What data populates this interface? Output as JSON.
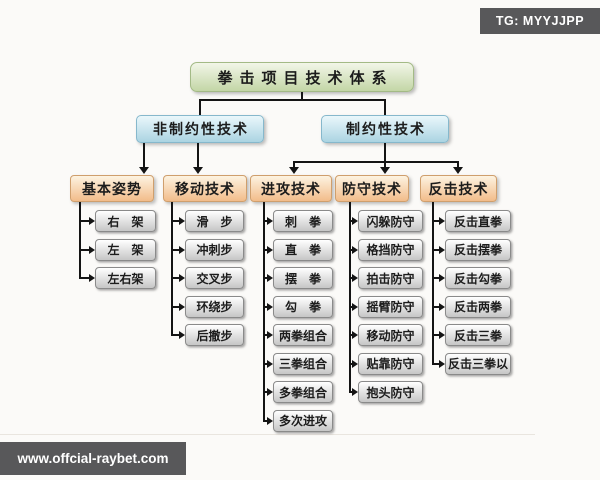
{
  "watermarks": {
    "top_right": "TG: MYYJJPP",
    "bottom_left": "www.offcial-raybet.com"
  },
  "diagram": {
    "title": "拳击项目技术体系",
    "branches": [
      {
        "label": "非制约性技术"
      },
      {
        "label": "制约性技术"
      }
    ],
    "categories": [
      {
        "label": "基本姿势",
        "parent": "非制约性技术",
        "children": [
          "右　架",
          "左　架",
          "左右架"
        ]
      },
      {
        "label": "移动技术",
        "parent": "非制约性技术",
        "children": [
          "滑　步",
          "冲刺步",
          "交叉步",
          "环绕步",
          "后撤步"
        ]
      },
      {
        "label": "进攻技术",
        "parent": "制约性技术",
        "children": [
          "刺　拳",
          "直　拳",
          "摆　拳",
          "勾　拳",
          "两拳组合",
          "三拳组合",
          "多拳组合",
          "多次进攻"
        ]
      },
      {
        "label": "防守技术",
        "parent": "制约性技术",
        "children": [
          "闪躲防守",
          "格挡防守",
          "拍击防守",
          "摇臂防守",
          "移动防守",
          "贴靠防守",
          "抱头防守"
        ]
      },
      {
        "label": "反击技术",
        "parent": "制约性技术",
        "children": [
          "反击直拳",
          "反击摆拳",
          "反击勾拳",
          "反击两拳",
          "反击三拳",
          "反击三拳以"
        ]
      }
    ],
    "colors": {
      "root_box": "#c3d6a6",
      "branch_box": "#abd4e2",
      "category_box": "#f2bc8a",
      "leaf_box": "#c6c6c6",
      "connector": "#141414",
      "watermark_bg": "#58585a",
      "watermark_text": "#ffffff"
    }
  }
}
